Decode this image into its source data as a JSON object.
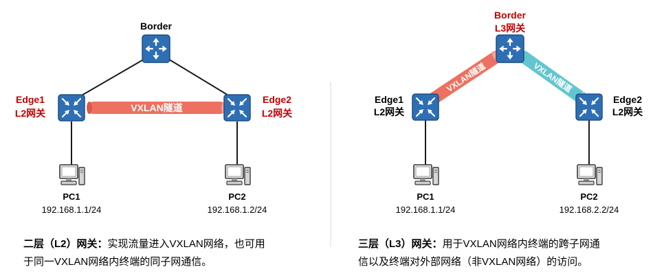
{
  "colors": {
    "device_fill": "#2e6fb4",
    "device_edge": "#1d4f86",
    "link": "#1a1a1a",
    "tunnel_red": "#ee7060",
    "tunnel_cyan": "#63c6cf",
    "gateway_text": "#c00000",
    "divider": "#d9d9d9"
  },
  "left": {
    "border_label": "Border",
    "edge1": {
      "name": "Edge1",
      "role": "L2网关"
    },
    "edge2": {
      "name": "Edge2",
      "role": "L2网关"
    },
    "tunnel_label": "VXLAN隧道",
    "pc1": {
      "name": "PC1",
      "ip": "192.168.1.1/24"
    },
    "pc2": {
      "name": "PC2",
      "ip": "192.168.1.2/24"
    },
    "caption": {
      "title": "二层（L2）网关：",
      "line1_rest": "实现流量进入VXLAN网络，也可用",
      "line2": "于同一VXLAN网络内终端的同子网通信。"
    }
  },
  "right": {
    "border": {
      "name": "Border",
      "role": "L3网关"
    },
    "edge1": {
      "name": "Edge1",
      "role": "L2网关"
    },
    "edge2": {
      "name": "Edge2",
      "role": "L2网关"
    },
    "tunnel_left_label": "VXLAN隧道",
    "tunnel_right_label": "VXLAN隧道",
    "pc1": {
      "name": "PC1",
      "ip": "192.168.1.1/24"
    },
    "pc2": {
      "name": "PC2",
      "ip": "192.168.2.2/24"
    },
    "caption": {
      "title": "三层（L3）网关：",
      "line1_rest": "用于VXLAN网络内终端的跨子网通",
      "line2": "信以及终端对外部网络（非VXLAN网络）的访问。"
    }
  }
}
